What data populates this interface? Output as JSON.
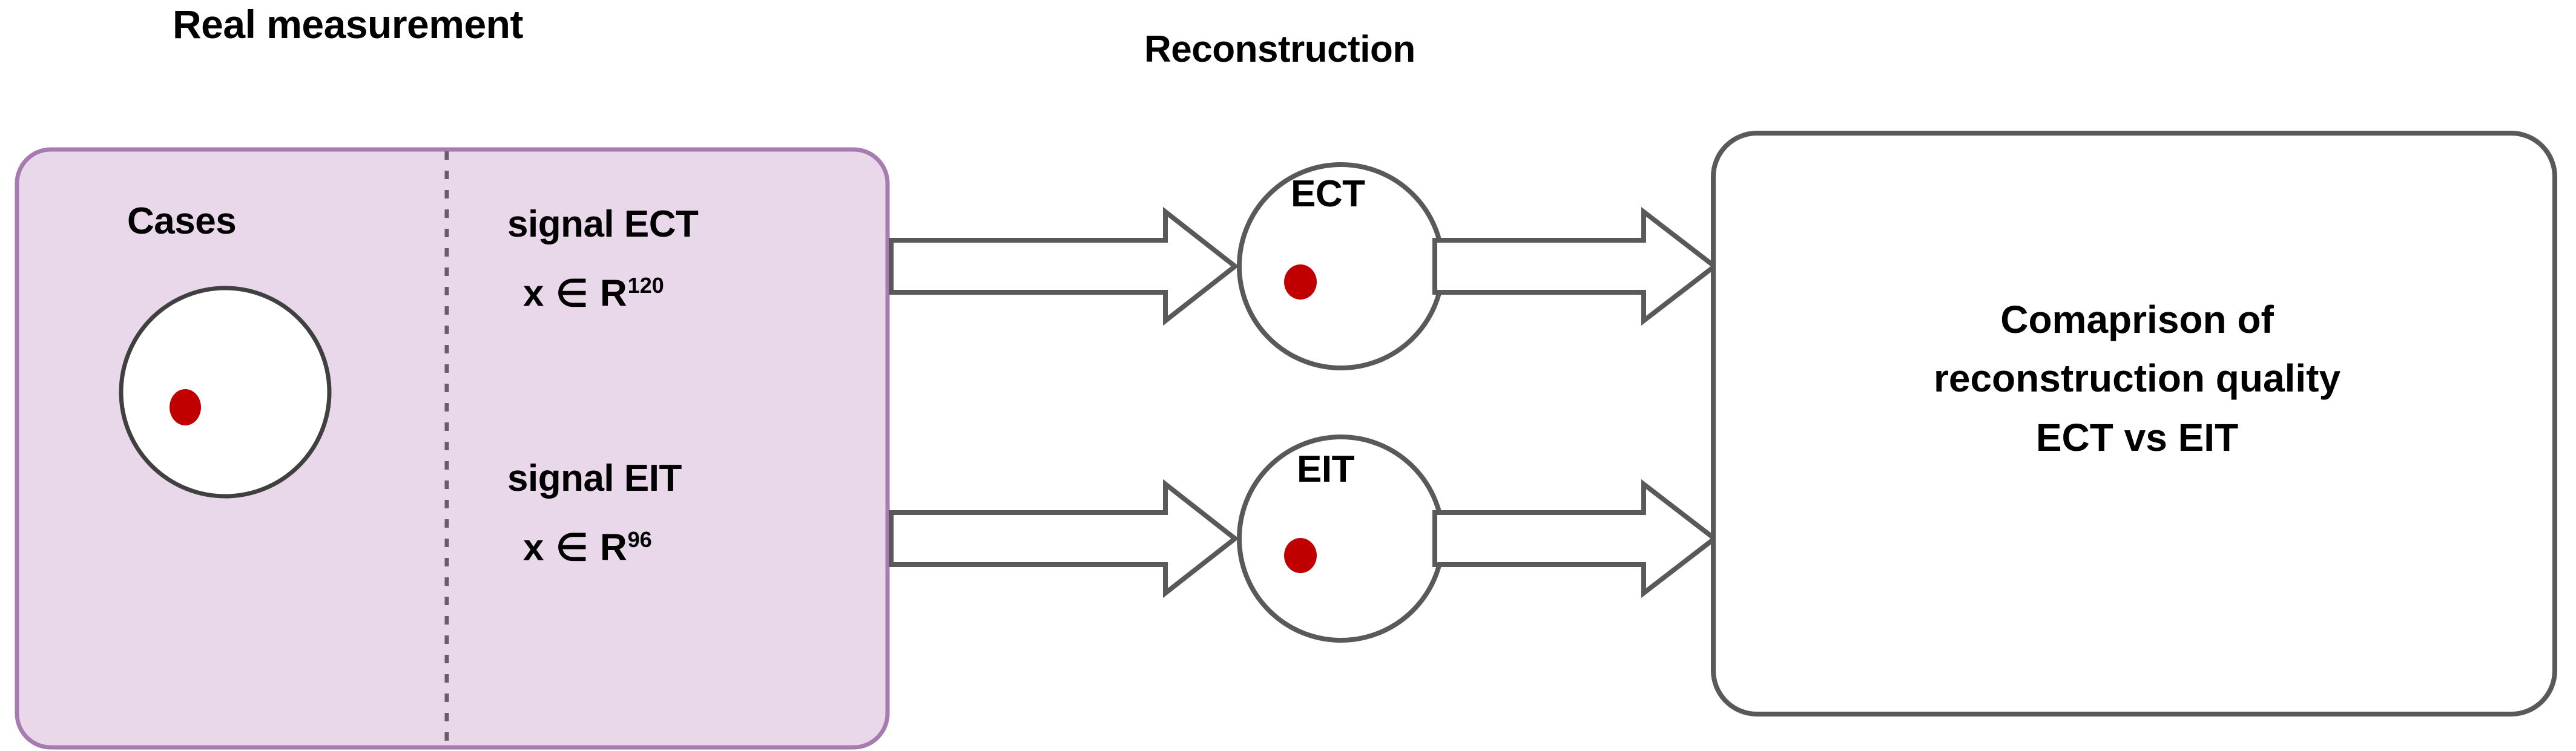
{
  "titles": {
    "left": "Real measurement",
    "middle": "Reconstruction"
  },
  "measurement_panel": {
    "name": "real-measurement-panel",
    "fill_color": "#e8d8ea",
    "stroke_color": "#a87bb0",
    "divider": "dotted",
    "cases": {
      "label": "Cases",
      "phantom_fill": "#ffffff",
      "phantom_stroke": "#404040",
      "inclusion_color": "#c00000"
    },
    "signals": [
      {
        "name": "signal-ect",
        "label": "signal ECT",
        "space_prefix": "x ∈ R",
        "space_exponent": "120"
      },
      {
        "name": "signal-eit",
        "label": "signal EIT",
        "space_prefix": "x ∈ R",
        "space_exponent": "96"
      }
    ]
  },
  "reconstruction": {
    "circles": [
      {
        "name": "reconstruction-circle-ect",
        "label": "ECT",
        "dot_color": "#c00000"
      },
      {
        "name": "reconstruction-circle-eit",
        "label": "EIT",
        "dot_color": "#c00000"
      }
    ],
    "arrow_color": "#595959",
    "arrow_fill": "#ffffff"
  },
  "comparison_panel": {
    "name": "comparison-panel",
    "stroke_color": "#595959",
    "lines": [
      "Comaprison of",
      "reconstruction quality",
      "ECT vs EIT"
    ]
  }
}
